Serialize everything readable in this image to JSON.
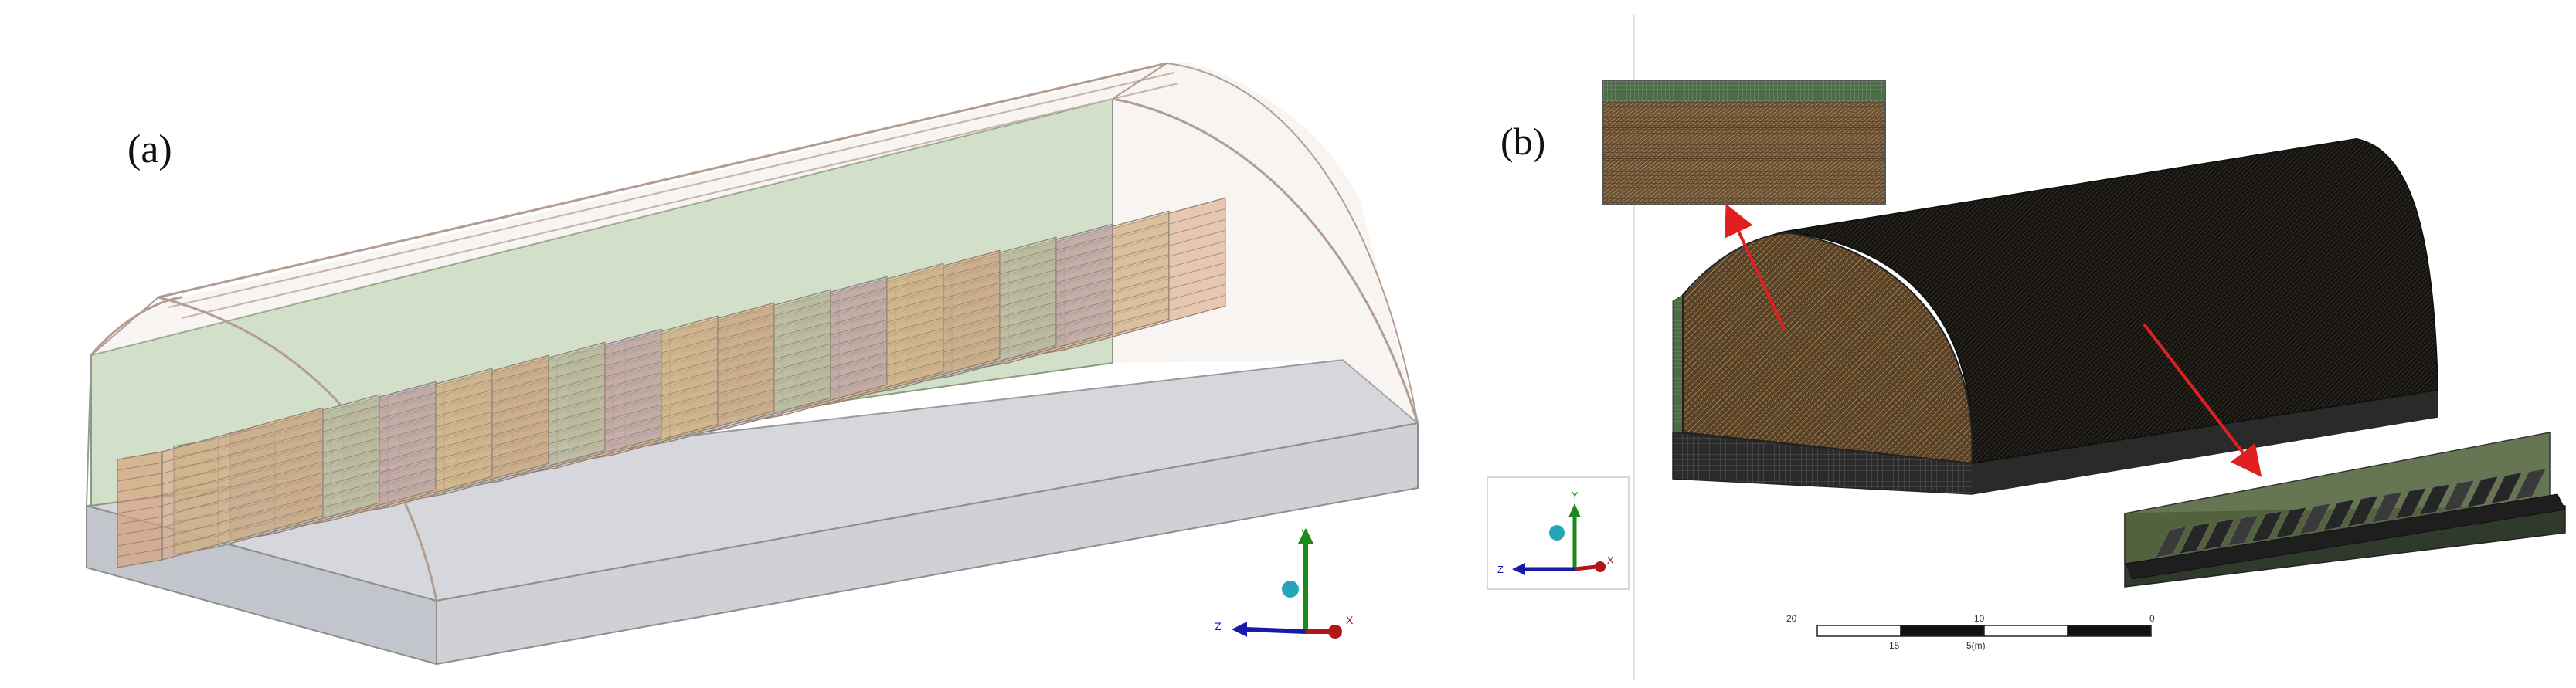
{
  "panels": {
    "a": {
      "label": "(a)"
    },
    "b": {
      "label": "(b)"
    }
  },
  "axes_triad": {
    "y": "Y",
    "z": "Z",
    "x": "X"
  },
  "scale_bar": {
    "labels": [
      "0",
      "5(m)",
      "10",
      "15",
      "20"
    ]
  },
  "colors": {
    "tunnel_frame": "#b8a39a",
    "tunnel_shell": "#efe6e1",
    "floor": "#cfd1d6",
    "back_wall": "#bcd0b2",
    "stack_orange": "#d9a27a",
    "stack_green": "#b8c89a",
    "stack_violet": "#b7a3b8",
    "mesh_dark": "#1c1a16",
    "mesh_brown": "#6b5234",
    "arrow_red": "#e02020",
    "axis_green": "#1a8a1a",
    "axis_blue": "#1a1aa8",
    "axis_red": "#b01818",
    "axis_cyan": "#25a6b8"
  }
}
